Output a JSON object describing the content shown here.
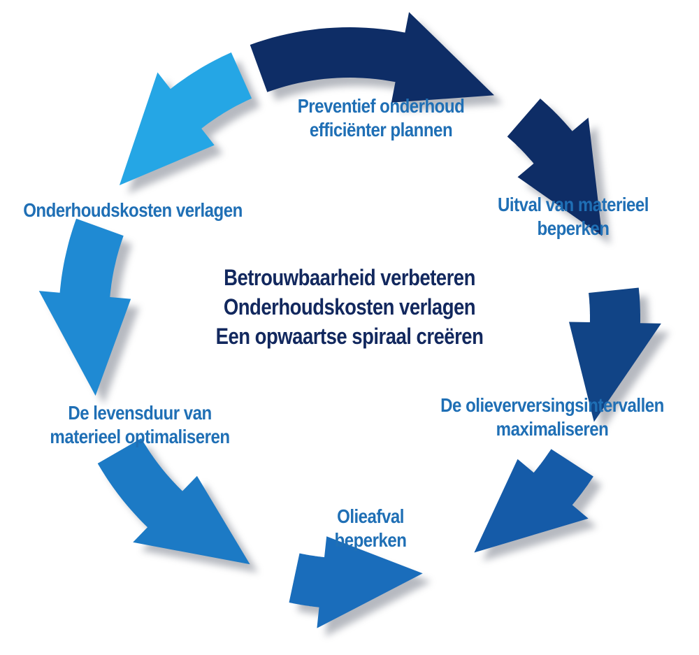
{
  "colors": {
    "label_text": "#1f6fb5",
    "center_text": "#12285e",
    "arrow_shadow": "#9ea2ab",
    "arrow_dark": "#0e2d66",
    "arrow_mid": "#154f98",
    "arrow_blue": "#1a6dbb",
    "arrow_sky": "#1f8ad3",
    "arrow_light": "#25a6e5"
  },
  "steps": [
    {
      "line1": "Preventief onderhoud",
      "line2": "efficiënter plannen"
    },
    {
      "line1": "Uitval van materieel",
      "line2": "beperken"
    },
    {
      "line1": "De olieverversingsintervallen",
      "line2": "maximaliseren"
    },
    {
      "line1": "Olieafval",
      "line2": "beperken"
    },
    {
      "line1": "De levensduur van",
      "line2": "materieel optimaliseren"
    },
    {
      "line1": "Onderhoudskosten verlagen",
      "line2": ""
    }
  ],
  "center": {
    "line1": "Betrouwbaarheid verbeteren",
    "line2": "Onderhoudskosten verlagen",
    "line3": "Een opwaartse spiraal creëren"
  },
  "arrows": [
    {
      "name": "arrow-top",
      "color": "#0e2d66"
    },
    {
      "name": "arrow-upper-right",
      "color": "#0e2d66"
    },
    {
      "name": "arrow-right",
      "color": "#114486"
    },
    {
      "name": "arrow-lower-right",
      "color": "#155ba8"
    },
    {
      "name": "arrow-bottom",
      "color": "#1a6dbb"
    },
    {
      "name": "arrow-lower-left",
      "color": "#1c7ac5"
    },
    {
      "name": "arrow-left",
      "color": "#1f8ad3"
    },
    {
      "name": "arrow-upper-left",
      "color": "#25a6e5"
    }
  ]
}
